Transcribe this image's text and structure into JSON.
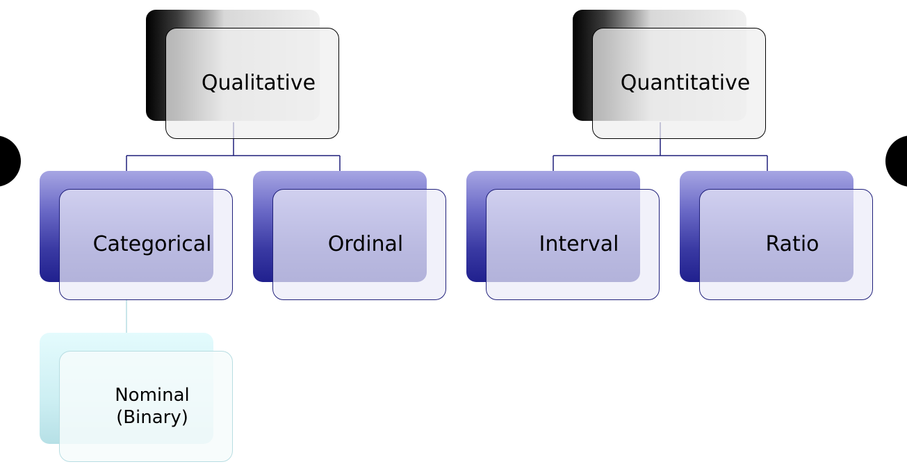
{
  "diagram": {
    "nodes": {
      "qualitative": {
        "label": "Qualitative"
      },
      "quantitative": {
        "label": "Quantitative"
      },
      "categorical": {
        "label": "Categorical"
      },
      "ordinal": {
        "label": "Ordinal"
      },
      "interval": {
        "label": "Interval"
      },
      "ratio": {
        "label": "Ratio"
      },
      "nominal": {
        "label": "Nominal\n(Binary)"
      }
    },
    "edges": [
      {
        "from": "qualitative",
        "to": "categorical"
      },
      {
        "from": "qualitative",
        "to": "ordinal"
      },
      {
        "from": "quantitative",
        "to": "interval"
      },
      {
        "from": "quantitative",
        "to": "ratio"
      },
      {
        "from": "categorical",
        "to": "nominal"
      }
    ]
  },
  "colors": {
    "top_level_shadow": "#000000",
    "second_level_shadow": "#20208e",
    "third_level_shadow": "#cdeff3",
    "connector": "#1f1f7a",
    "connector_light": "#b7dde2"
  },
  "controls": {
    "left_nav": "circle-nav-left-icon",
    "right_nav": "circle-nav-right-icon"
  }
}
